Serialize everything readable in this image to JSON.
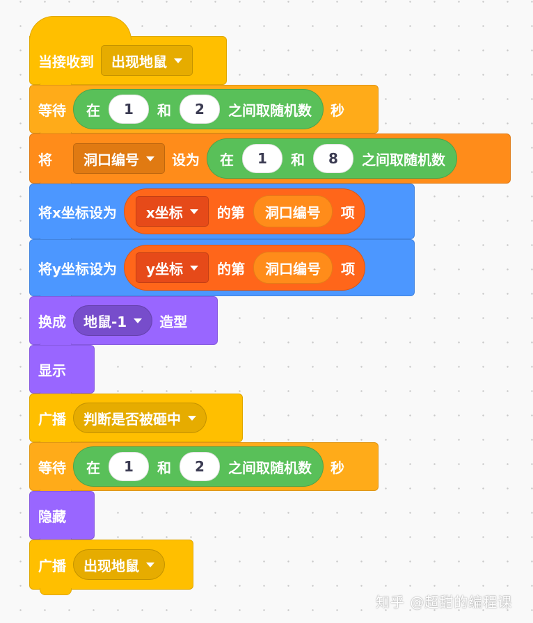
{
  "colors": {
    "events": "#ffbf00",
    "control": "#ffab19",
    "variables": "#ff8c1a",
    "lists": "#ff661a",
    "operators": "#59c059",
    "motion": "#4c97ff",
    "looks": "#9966ff",
    "background": "#f9f9f9"
  },
  "script": {
    "b1": {
      "label": "当接收到",
      "message": "出现地鼠"
    },
    "b2": {
      "label": "等待",
      "op_in": "在",
      "from": "1",
      "op_and": "和",
      "to": "2",
      "op_tail": "之间取随机数",
      "unit": "秒"
    },
    "b3": {
      "label": "将",
      "variable": "洞口编号",
      "set_to": "设为",
      "op_in": "在",
      "from": "1",
      "op_and": "和",
      "to": "8",
      "op_tail": "之间取随机数"
    },
    "b4": {
      "label": "将x坐标设为",
      "list": "x坐标",
      "of_item": "的第",
      "index_var": "洞口编号",
      "item": "项"
    },
    "b5": {
      "label": "将y坐标设为",
      "list": "y坐标",
      "of_item": "的第",
      "index_var": "洞口编号",
      "item": "项"
    },
    "b6": {
      "label": "换成",
      "costume": "地鼠-1",
      "tail": "造型"
    },
    "b7": {
      "label": "显示"
    },
    "b8": {
      "label": "广播",
      "message": "判断是否被砸中"
    },
    "b9": {
      "label": "等待",
      "op_in": "在",
      "from": "1",
      "op_and": "和",
      "to": "2",
      "op_tail": "之间取随机数",
      "unit": "秒"
    },
    "b10": {
      "label": "隐藏"
    },
    "b11": {
      "label": "广播",
      "message": "出现地鼠"
    }
  },
  "watermark": "知乎 @超甜的编程课"
}
